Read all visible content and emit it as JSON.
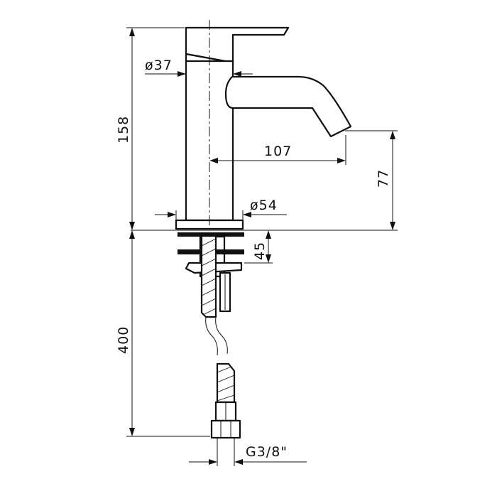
{
  "dimensions": {
    "body_diameter": "ø37",
    "base_diameter": "ø54",
    "spout_reach": "107",
    "total_height": "158",
    "spout_height": "77",
    "thread_length": "45",
    "hose_length": "400",
    "connection_thread": "G3/8\""
  },
  "colors": {
    "line": "#111111",
    "background": "#ffffff"
  }
}
